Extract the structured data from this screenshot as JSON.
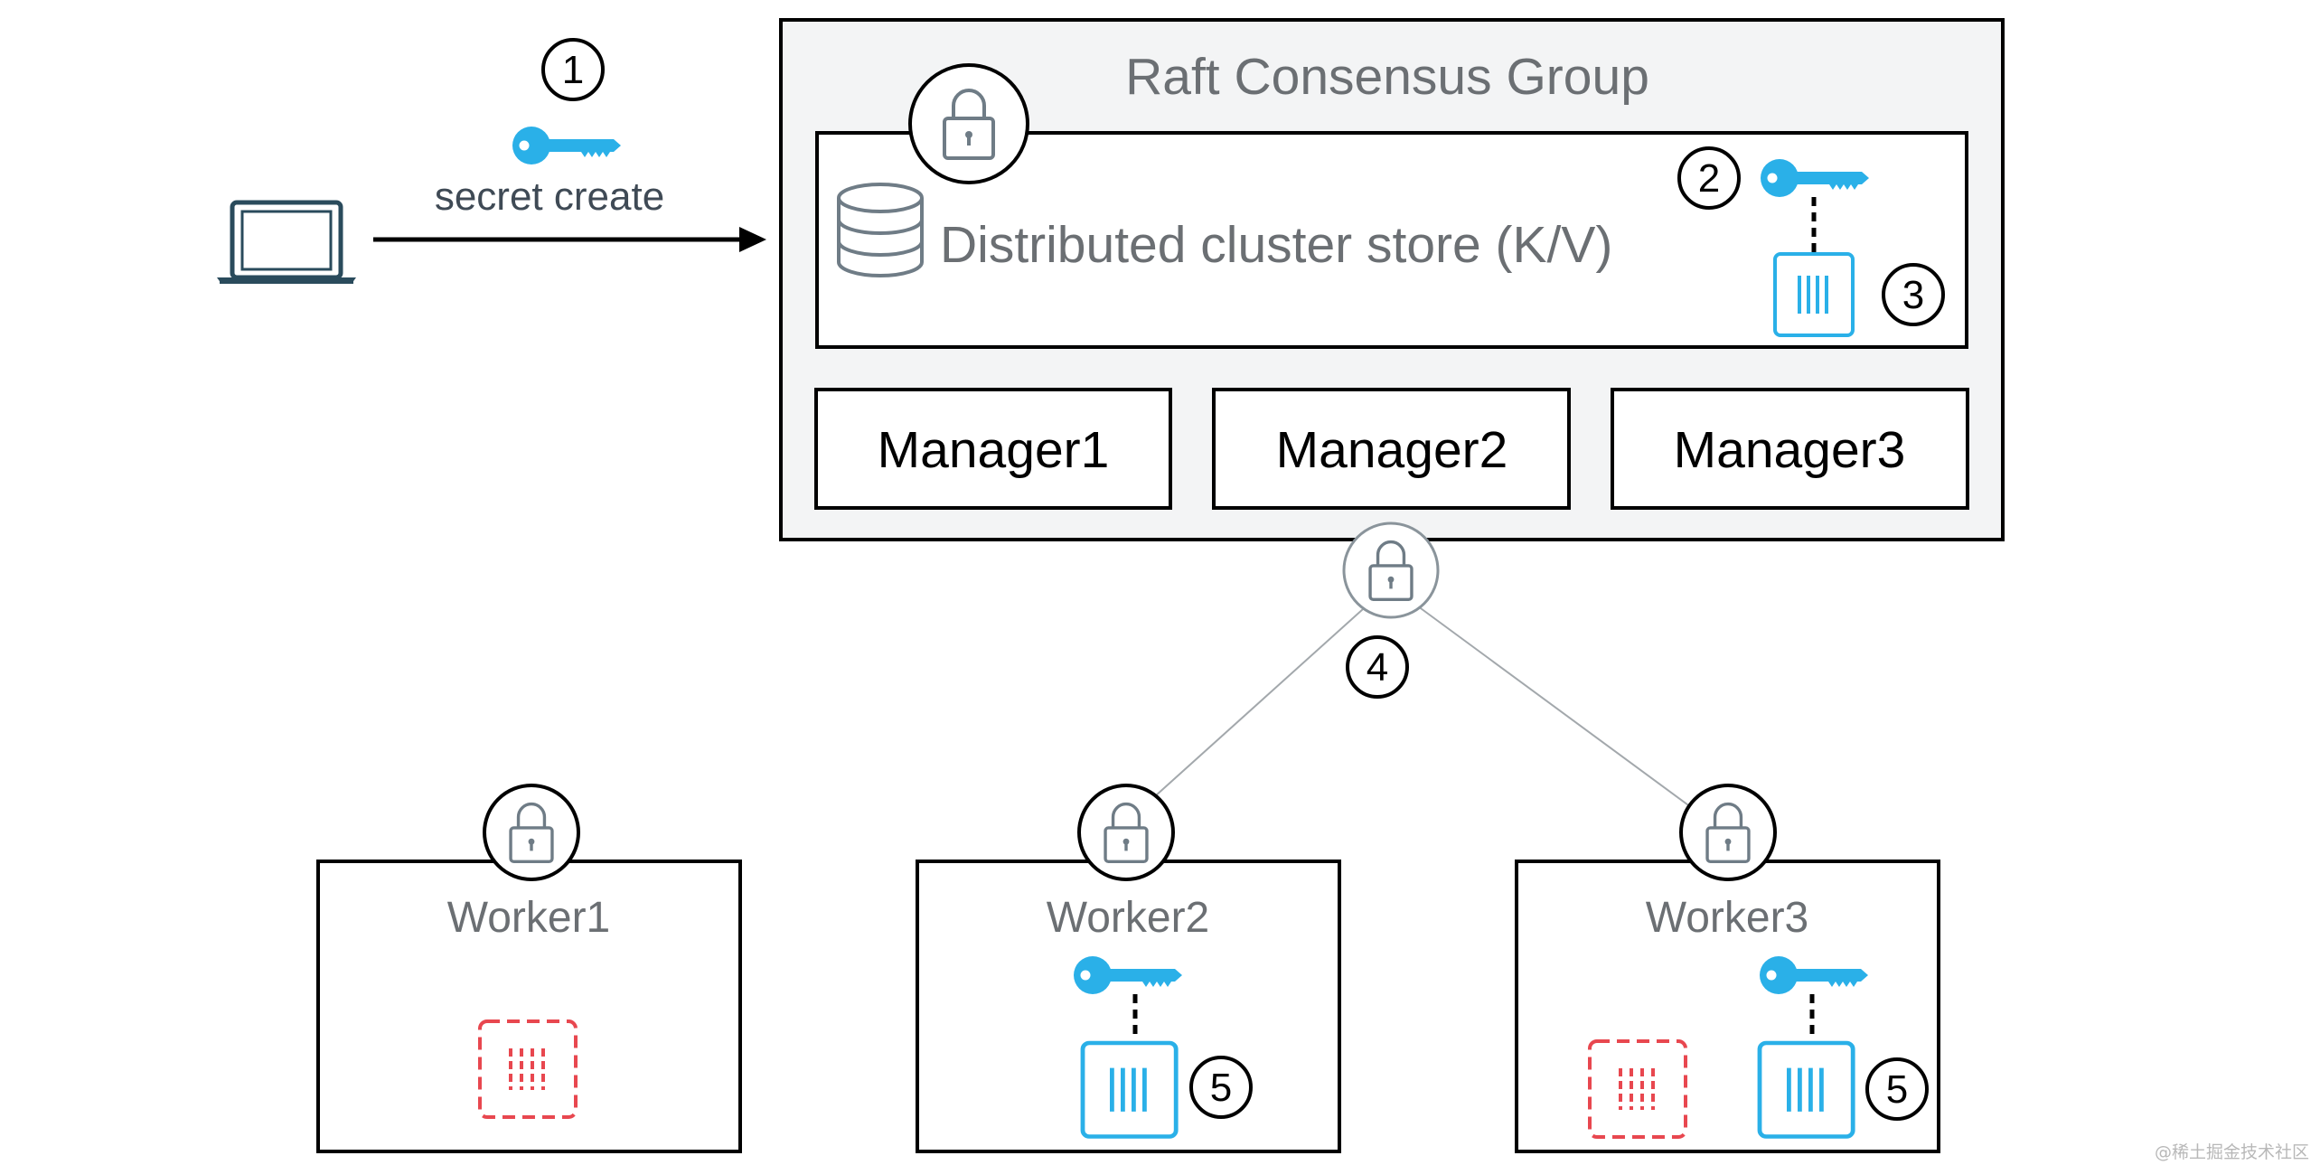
{
  "client": {
    "icon": "laptop-icon",
    "step": "1",
    "key_icon": "key-icon",
    "command_label": "secret create"
  },
  "raft_group": {
    "title": "Raft Consensus Group",
    "lock_icon": "lock-icon",
    "store": {
      "icon": "database-icon",
      "label": "Distributed cluster store (K/V)",
      "step_key": "2",
      "step_container": "3"
    },
    "managers": [
      "Manager1",
      "Manager2",
      "Manager3"
    ],
    "lock_step": "4"
  },
  "workers": [
    {
      "name": "Worker1",
      "lock_icon": "lock-icon",
      "containers": [
        "pending-container"
      ]
    },
    {
      "name": "Worker2",
      "lock_icon": "lock-icon",
      "containers": [
        "secret-container"
      ],
      "step": "5"
    },
    {
      "name": "Worker3",
      "lock_icon": "lock-icon",
      "containers": [
        "pending-container",
        "secret-container"
      ],
      "step": "5"
    }
  ],
  "colors": {
    "accent_blue": "#2ab0e8",
    "pending_red": "#e8474f",
    "group_bg": "#f3f4f5",
    "lock_gray": "#6f7c86",
    "text_gray": "#6b6f73"
  },
  "watermark": "@稀土掘金技术社区"
}
